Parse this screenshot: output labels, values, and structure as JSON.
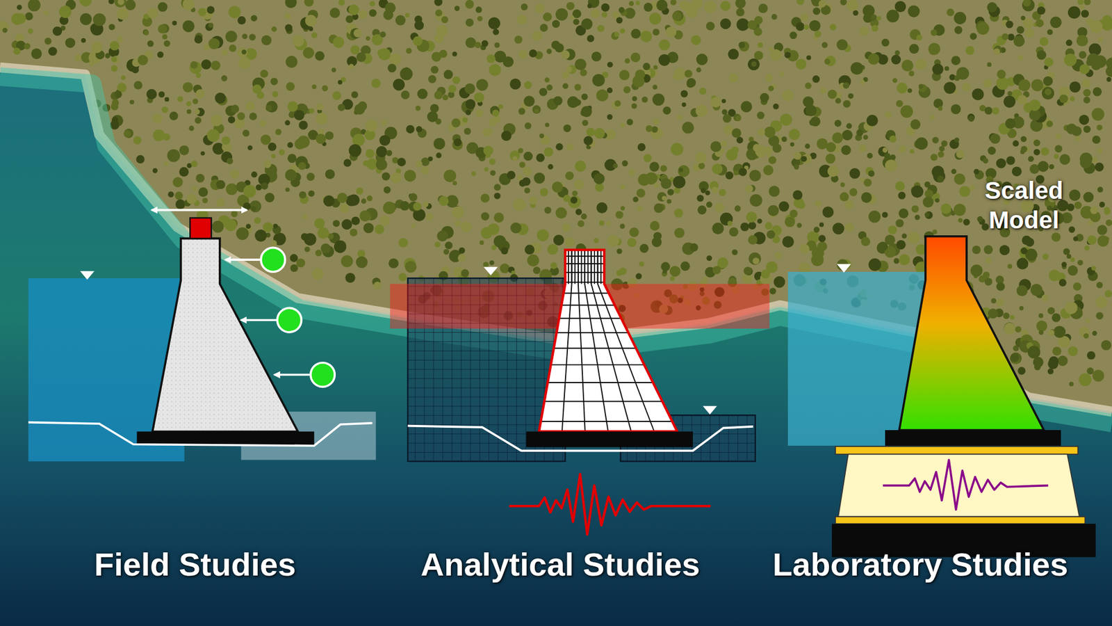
{
  "diagram": {
    "labels": [
      "Field Studies",
      "Analytical Studies",
      "Laboratory Studies",
      "Scaled Model"
    ]
  }
}
